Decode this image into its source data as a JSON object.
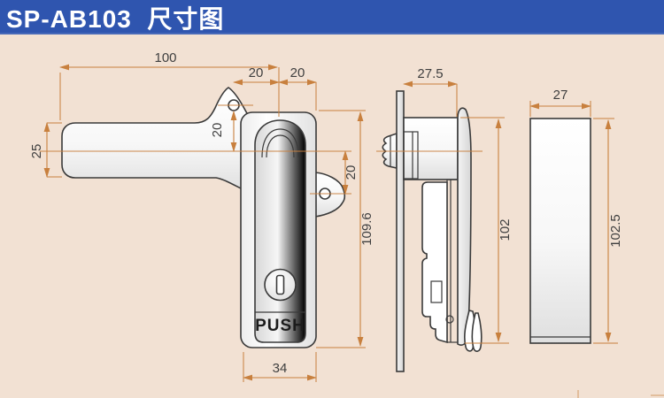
{
  "header": {
    "title": "SP-AB103  尺寸图"
  },
  "colors": {
    "header_bg": "#2F55AF",
    "background": "#F2E1D3",
    "dimension": "#C8803E",
    "outline": "#3A3A3A",
    "dim_text": "#3F3F3F",
    "title_text": "#FFFFFF"
  },
  "front_view": {
    "push_label": "PUSH",
    "dims": {
      "total_width": "100",
      "offset_left": "20",
      "offset_right": "20",
      "handle_height": "25",
      "top_hole_offset": "20",
      "side_hole_offset": "20",
      "body_height": "109.6",
      "body_width": "34"
    }
  },
  "side_view": {
    "dims": {
      "head_depth": "27.5",
      "body_height": "102"
    }
  },
  "back_view": {
    "dims": {
      "width": "27",
      "height": "102.5"
    }
  }
}
